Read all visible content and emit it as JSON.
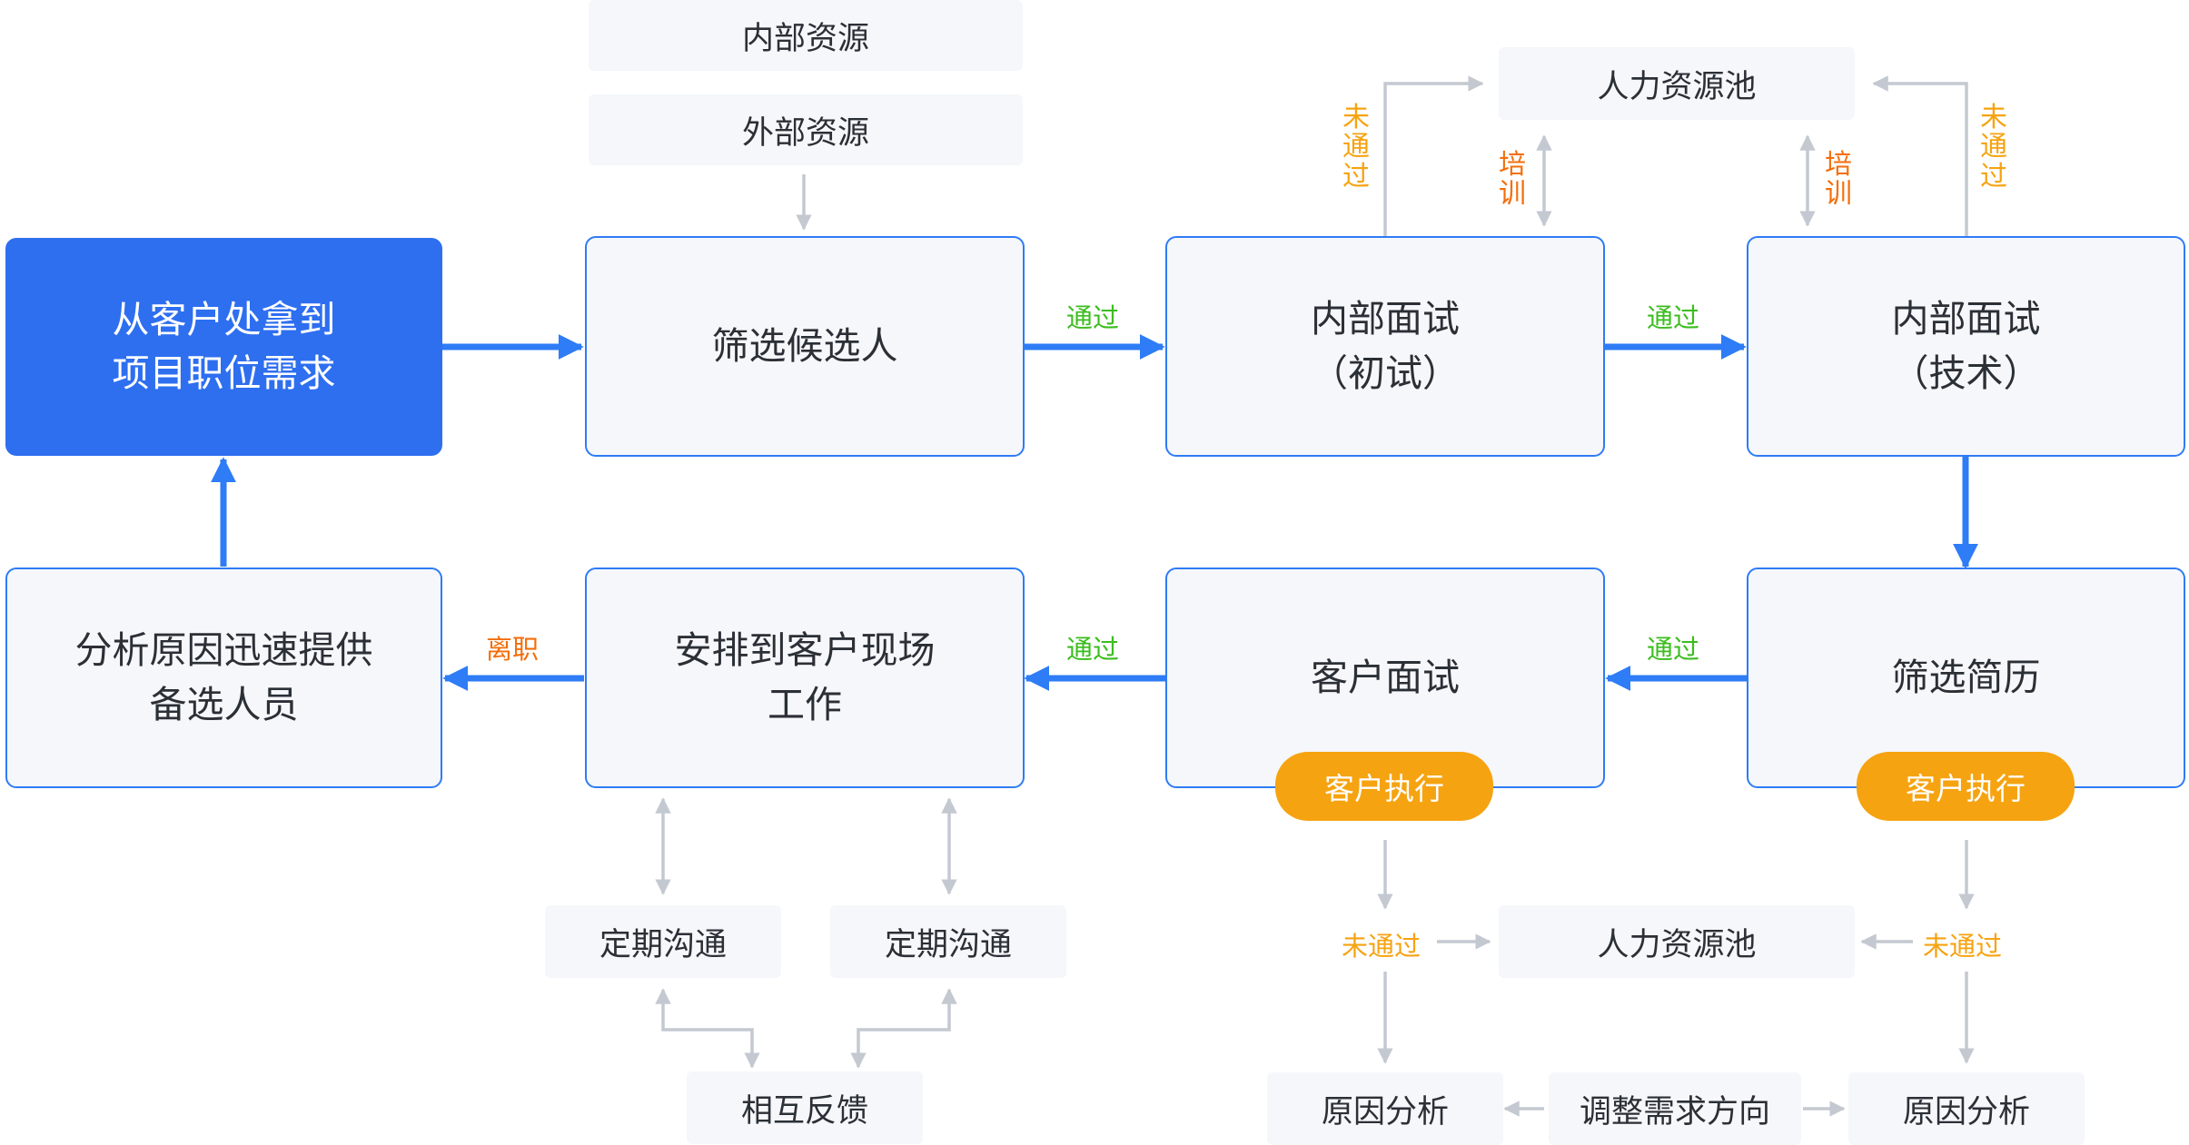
{
  "nodes": {
    "client_need": "从客户处拿到\n项目职位需求",
    "screen_candidates": "筛选候选人",
    "internal_interview_1": "内部面试\n（初试）",
    "internal_interview_2": "内部面试\n（技术）",
    "screen_resume": "筛选简历",
    "client_interview": "客户面试",
    "onsite_work": "安排到客户现场\n工作",
    "analyze_provide": "分析原因迅速提供\n备选人员"
  },
  "sources": {
    "internal": "内部资源",
    "external": "外部资源"
  },
  "pools": {
    "top": "人力资源池",
    "bottom": "人力资源池"
  },
  "badges": {
    "client_exec_1": "客户执行",
    "client_exec_2": "客户执行"
  },
  "communication": {
    "left": "定期沟通",
    "right": "定期沟通",
    "feedback": "相互反馈"
  },
  "analysis": {
    "left": "原因分析",
    "middle": "调整需求方向",
    "right": "原因分析"
  },
  "labels": {
    "pass_1": "通过",
    "pass_2": "通过",
    "pass_3": "通过",
    "pass_4": "通过",
    "resign": "离职",
    "fail_top_left": "未通过",
    "fail_top_right": "未通过",
    "train_left": "培训",
    "train_right": "培训",
    "fail_bottom_left": "未通过",
    "fail_bottom_right": "未通过"
  },
  "colors": {
    "blue": "#2e7cf6",
    "green": "#3bbd1e",
    "orange": "#f46e0b",
    "amber": "#f6a311",
    "gray": "#c4c9d1"
  }
}
